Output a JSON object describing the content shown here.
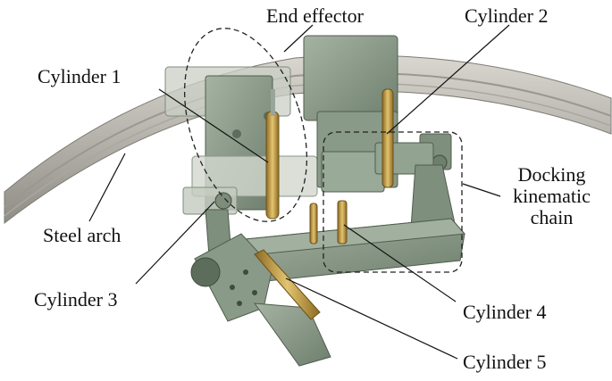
{
  "labels": {
    "end_effector": "End effector",
    "cylinder_1": "Cylinder 1",
    "cylinder_2": "Cylinder 2",
    "cylinder_3": "Cylinder 3",
    "cylinder_4": "Cylinder 4",
    "cylinder_5": "Cylinder 5",
    "steel_arch": "Steel arch",
    "docking_line1": "Docking",
    "docking_line2": "kinematic",
    "docking_line3": "chain"
  },
  "colors": {
    "mechanism_green": "#8a9a88",
    "mechanism_dark": "#5d6d5c",
    "steel_arch": "#b4b2aa",
    "cylinder_brass": "#c8a24a",
    "leader_line": "#111111"
  }
}
